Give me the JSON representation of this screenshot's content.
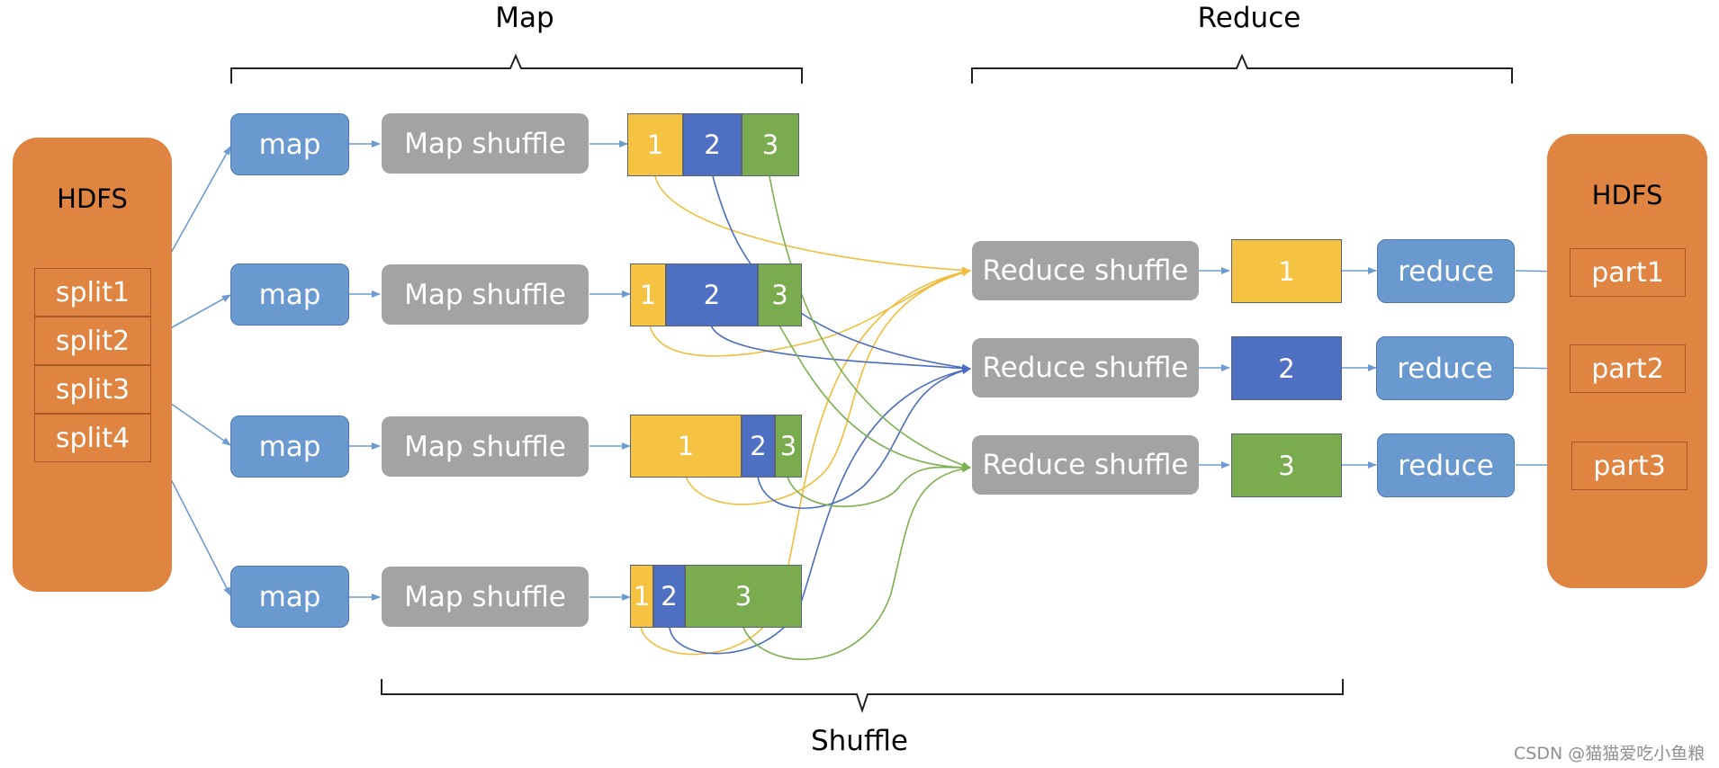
{
  "headers": {
    "map": "Map",
    "reduce": "Reduce",
    "shuffle": "Shuffle"
  },
  "hdfs_left": {
    "title": "HDFS",
    "splits": [
      "split1",
      "split2",
      "split3",
      "split4"
    ]
  },
  "hdfs_right": {
    "title": "HDFS",
    "parts": [
      "part1",
      "part2",
      "part3"
    ]
  },
  "map_rows": [
    {
      "map": "map",
      "shuffle": "Map shuffle",
      "segments": [
        "1",
        "2",
        "3"
      ]
    },
    {
      "map": "map",
      "shuffle": "Map shuffle",
      "segments": [
        "1",
        "2",
        "3"
      ]
    },
    {
      "map": "map",
      "shuffle": "Map shuffle",
      "segments": [
        "1",
        "2",
        "3"
      ]
    },
    {
      "map": "map",
      "shuffle": "Map shuffle",
      "segments": [
        "1",
        "2",
        "3"
      ]
    }
  ],
  "reduce_rows": [
    {
      "shuffle": "Reduce shuffle",
      "partition": "1",
      "reduce": "reduce"
    },
    {
      "shuffle": "Reduce shuffle",
      "partition": "2",
      "reduce": "reduce"
    },
    {
      "shuffle": "Reduce shuffle",
      "partition": "3",
      "reduce": "reduce"
    }
  ],
  "colors": {
    "hdfs": "#e08442",
    "map": "#6999cf",
    "shuffle": "#a3a3a3",
    "p1": "#f5c242",
    "p2": "#4f70c2",
    "p3": "#7aab4f",
    "arrow": "#6d9bd1"
  },
  "watermark": "CSDN @猫猫爱吃小鱼粮"
}
